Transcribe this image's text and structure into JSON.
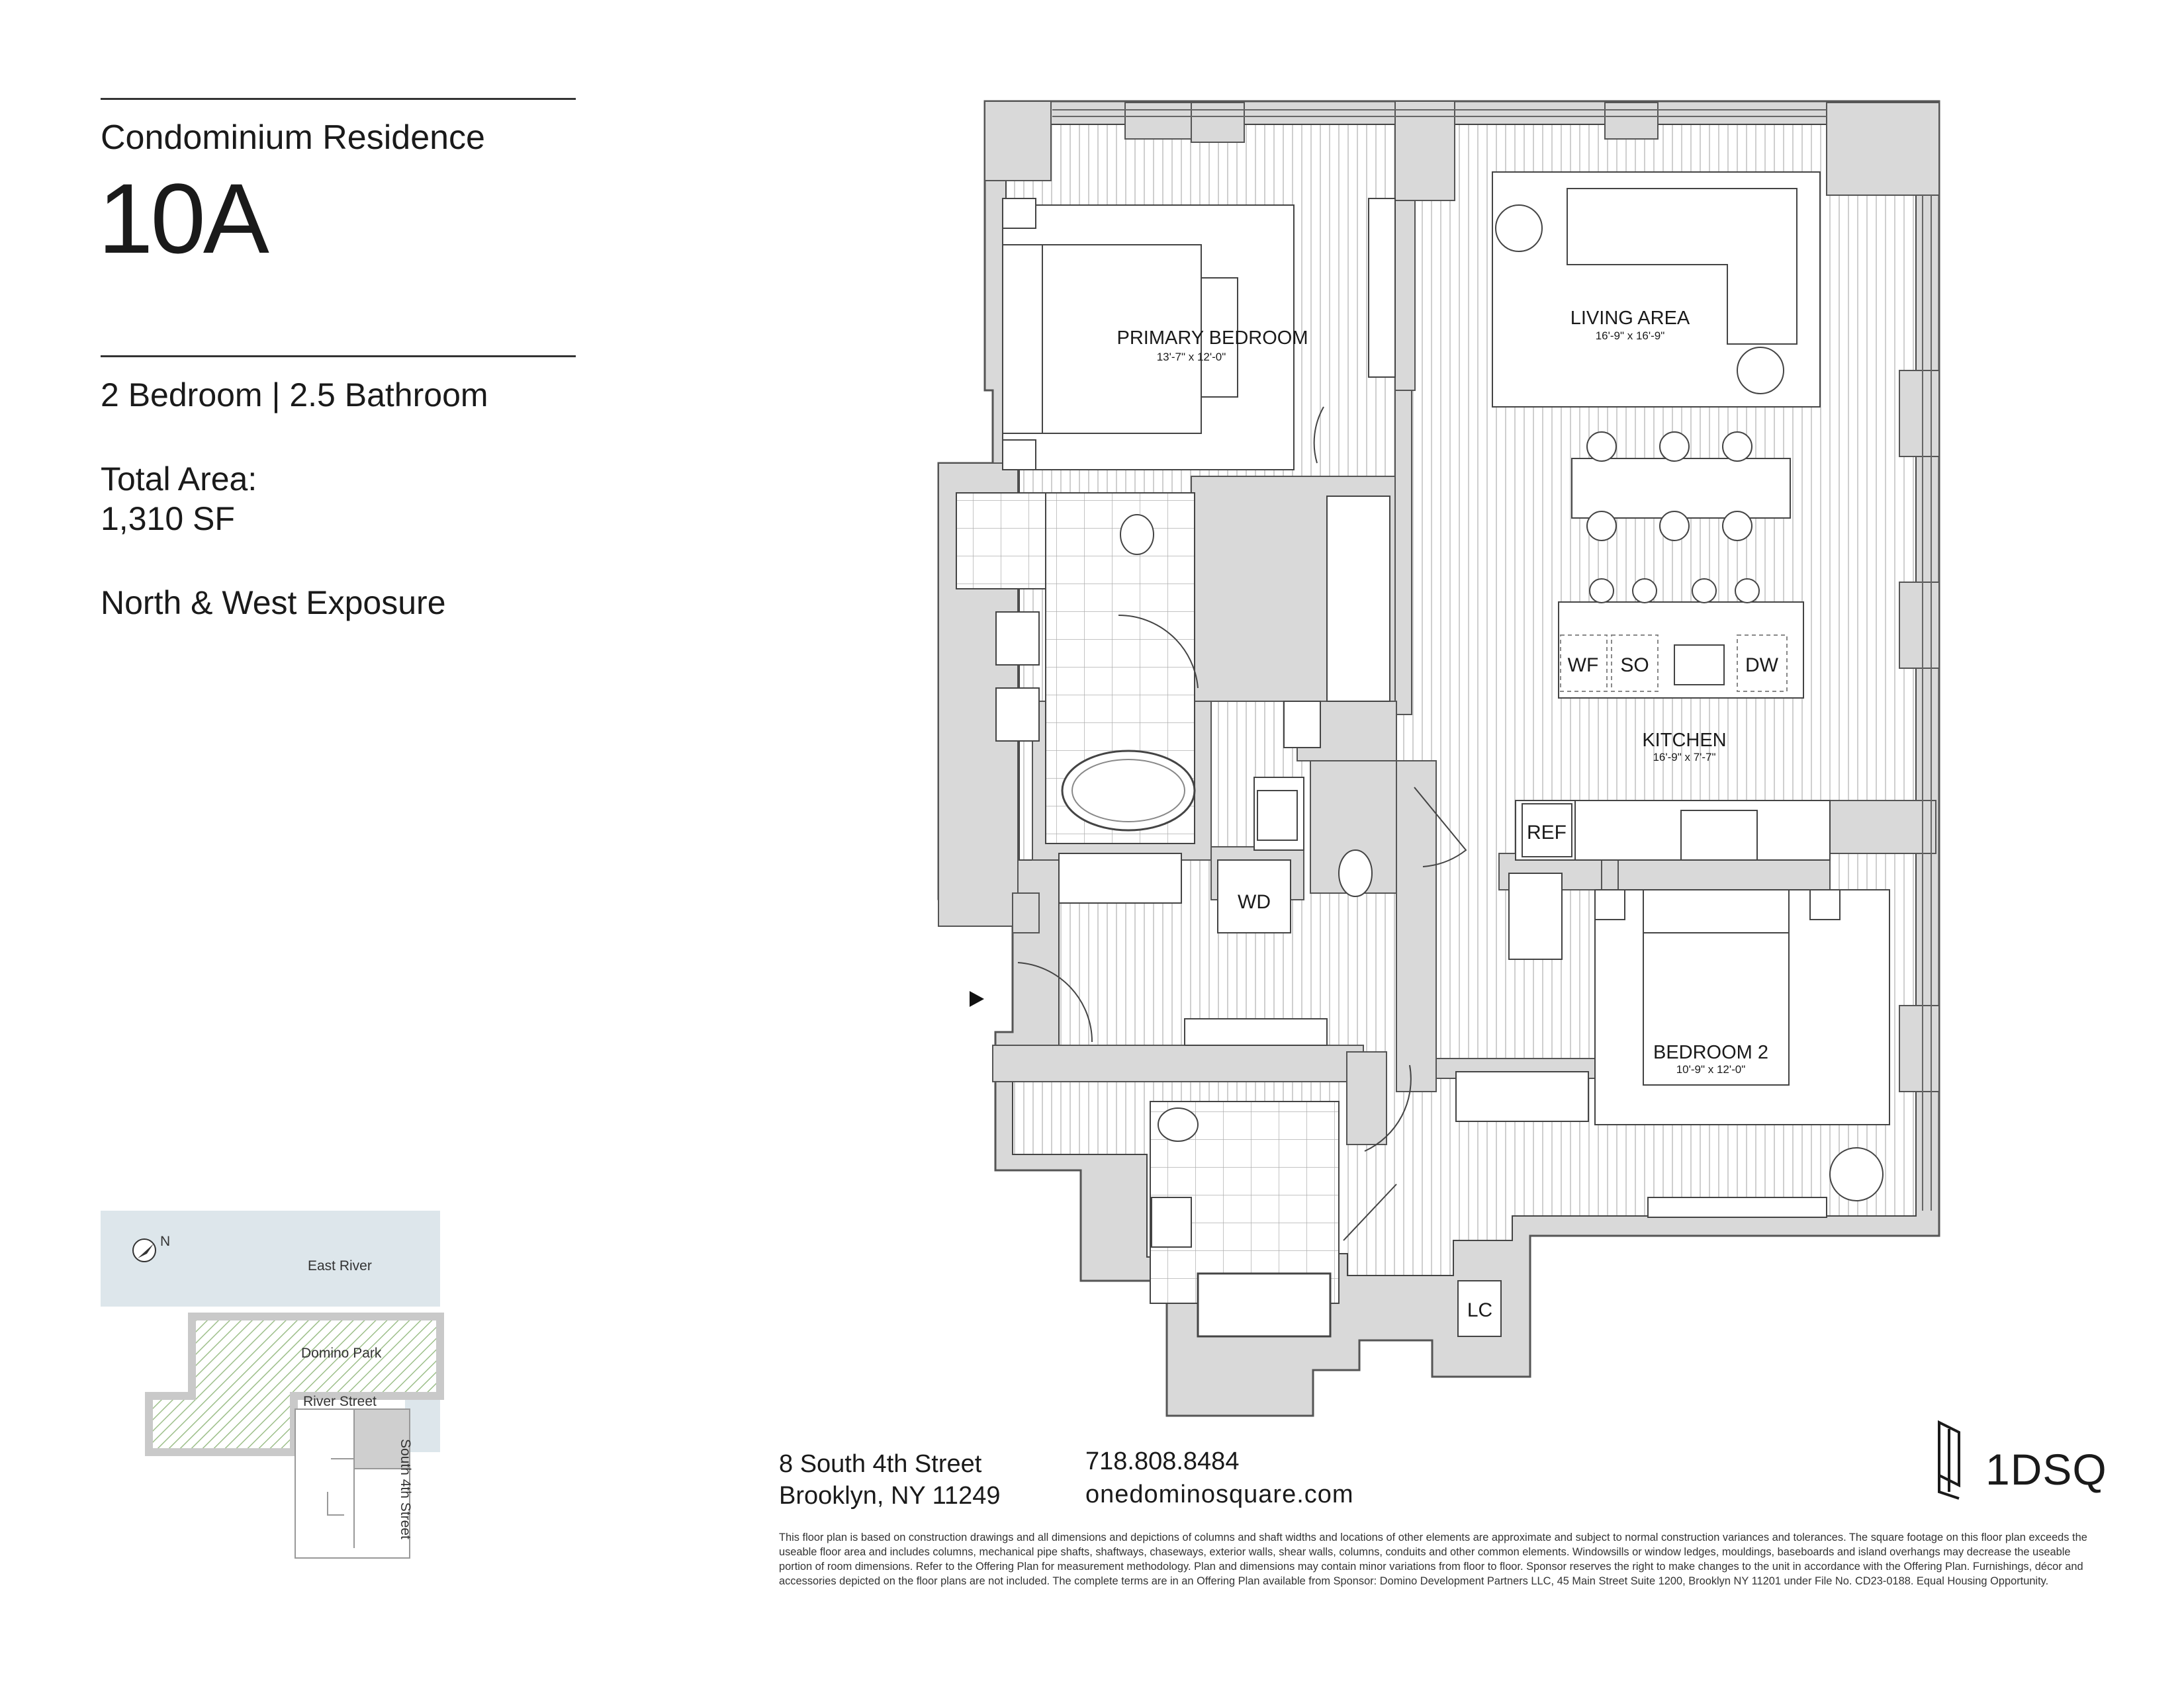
{
  "header": {
    "subtitle": "Condominium Residence",
    "unit": "10A"
  },
  "summary": {
    "beds_baths": "2 Bedroom | 2.5 Bathroom",
    "area_label": "Total Area:",
    "area_value": "1,310 SF",
    "exposure": "North & West Exposure"
  },
  "rooms": {
    "primary_bedroom": {
      "name": "PRIMARY BEDROOM",
      "dims": "13'-7\" x 12'-0\""
    },
    "living_area": {
      "name": "LIVING AREA",
      "dims": "16'-9\" x 16'-9\""
    },
    "kitchen": {
      "name": "KITCHEN",
      "dims": "16'-9\" x 7'-7\""
    },
    "bedroom_2": {
      "name": "BEDROOM 2",
      "dims": "10'-9\" x 12'-0\""
    }
  },
  "fixtures": {
    "wf": "WF",
    "so": "SO",
    "dw": "DW",
    "ref": "REF",
    "wd": "WD",
    "lc": "LC"
  },
  "key_map": {
    "north": "N",
    "river": "East River",
    "park": "Domino Park",
    "street1": "River Street",
    "street2": "South 4th Street",
    "water_color": "#dde6eb",
    "park_color": "#9dbf8a"
  },
  "contact": {
    "address_line1": "8 South 4th Street",
    "address_line2": "Brooklyn, NY 11249",
    "phone": "718.808.8484",
    "website": "onedominosquare.com"
  },
  "brand": {
    "logo_text": "1DSQ"
  },
  "disclaimer": "This floor plan is based on construction drawings and all dimensions and depictions of columns and shaft widths and locations of other elements are approximate and subject to normal construction variances and tolerances. The square footage on this floor plan exceeds the useable floor area and includes columns, mechanical pipe shafts, shaftways, chaseways, exterior walls, shear walls, columns, conduits and other common elements. Windowsills or window ledges, mouldings, baseboards and island overhangs may decrease the useable portion of room dimensions. Refer to the Offering Plan for measurement methodology. Plan and dimensions may contain minor variations from floor to floor. Sponsor reserves the right to make changes to the unit in accordance with the Offering Plan. Furnishings, décor and accessories depicted on the floor plans are not included. The complete terms are in an Offering Plan available from Sponsor: Domino Development Partners LLC, 45 Main Street Suite 1200, Brooklyn NY 11201 under File No. CD23-0188. Equal Housing Opportunity."
}
